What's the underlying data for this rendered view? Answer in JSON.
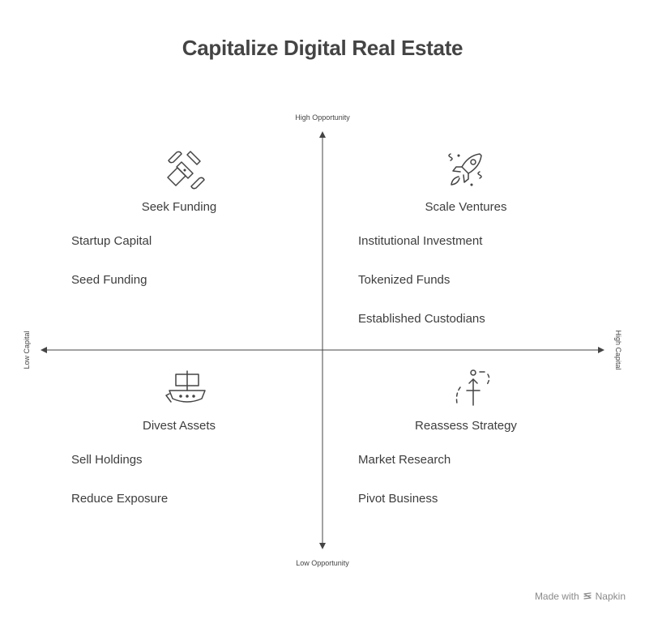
{
  "title": "Capitalize Digital Real Estate",
  "axes": {
    "top": "High Opportunity",
    "bottom": "Low Opportunity",
    "left": "Low Capital",
    "right": "High Capital"
  },
  "quadrants": {
    "top_left": {
      "title": "Seek Funding",
      "icon": "satellite-icon",
      "items": [
        "Startup Capital",
        "Seed Funding"
      ]
    },
    "top_right": {
      "title": "Scale Ventures",
      "icon": "rocket-icon",
      "items": [
        "Institutional Investment",
        "Tokenized Funds",
        "Established Custodians"
      ]
    },
    "bottom_left": {
      "title": "Divest Assets",
      "icon": "ship-icon",
      "items": [
        "Sell Holdings",
        "Reduce Exposure"
      ]
    },
    "bottom_right": {
      "title": "Reassess Strategy",
      "icon": "path-arrow-icon",
      "items": [
        "Market Research",
        "Pivot Business"
      ]
    }
  },
  "footer": {
    "made_with": "Made with",
    "brand": "Napkin"
  },
  "colors": {
    "text": "#3d3d3d",
    "axis": "#444444",
    "footer": "#8a8a8a"
  }
}
